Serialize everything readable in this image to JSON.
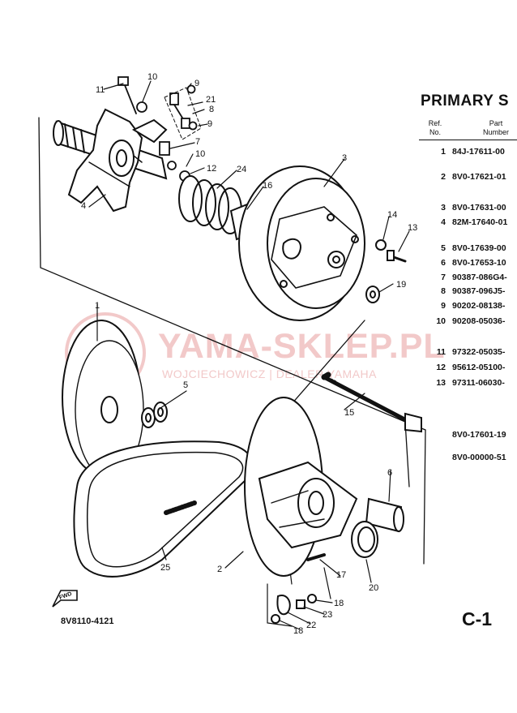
{
  "title": "PRIMARY S",
  "table": {
    "header_ref": [
      "Ref.",
      "No."
    ],
    "header_part": [
      "Part",
      "Number"
    ],
    "rows": [
      {
        "ref": "1",
        "part": "84J-17611-00"
      },
      {
        "ref": "2",
        "part": "8V0-17621-01"
      },
      {
        "ref": "3",
        "part": "8V0-17631-00"
      },
      {
        "ref": "4",
        "part": "82M-17640-01"
      },
      {
        "ref": "5",
        "part": "8V0-17639-00"
      },
      {
        "ref": "6",
        "part": "8V0-17653-10"
      },
      {
        "ref": "7",
        "part": "90387-086G4-"
      },
      {
        "ref": "8",
        "part": "90387-096J5-"
      },
      {
        "ref": "9",
        "part": "90202-08138-"
      },
      {
        "ref": "10",
        "part": "90208-05036-"
      },
      {
        "ref": "11",
        "part": "97322-05035-"
      },
      {
        "ref": "12",
        "part": "95612-05100-"
      },
      {
        "ref": "13",
        "part": "97311-06030-"
      },
      {
        "ref": "",
        "part": "8V0-17601-19"
      },
      {
        "ref": "",
        "part": "8V0-00000-51"
      }
    ]
  },
  "callouts": [
    "11",
    "10",
    "9",
    "21",
    "8",
    "9",
    "7",
    "10",
    "12",
    "24",
    "16",
    "3",
    "14",
    "13",
    "19",
    "4",
    "1",
    "5",
    "15",
    "6",
    "25",
    "2",
    "17",
    "20",
    "18",
    "23",
    "22",
    "18"
  ],
  "fwd_label": "FWD",
  "drawing_code": "8V8110-4121",
  "page_id": "C-1",
  "watermark": {
    "line1": "YAMA-SKLEP.PL",
    "line2": "WOJCIECHOWICZ | DEALER YAMAHA"
  },
  "colors": {
    "ink": "#111111",
    "watermark": "#f2c9c9"
  }
}
